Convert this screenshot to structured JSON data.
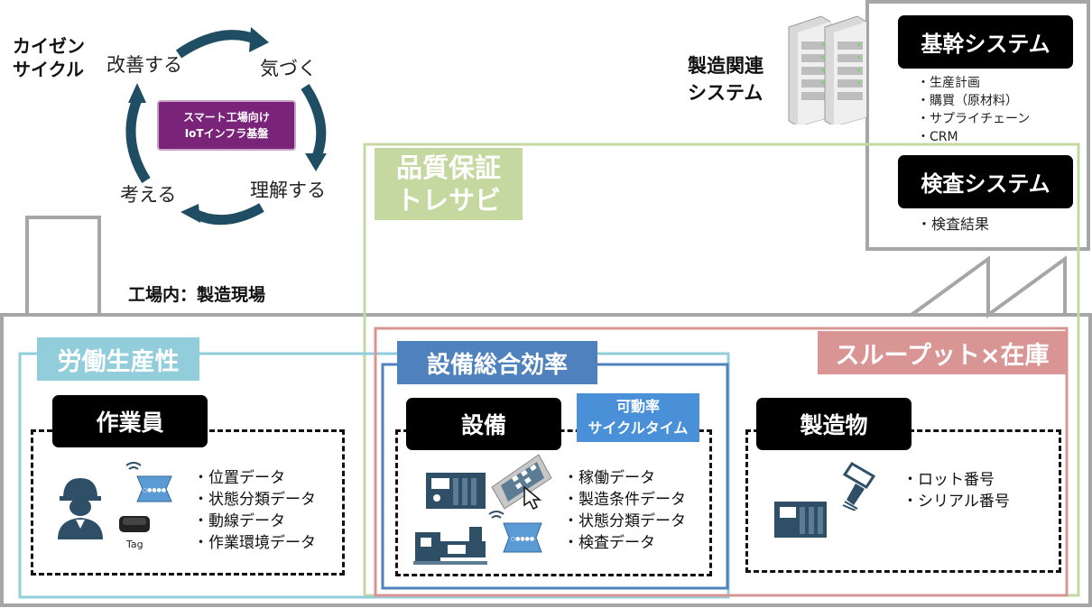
{
  "kaizen": {
    "title_line1": "カイゼン",
    "title_line2": "サイクル",
    "steps": {
      "improve": "改善する",
      "notice": "気づく",
      "understand": "理解する",
      "think": "考える"
    },
    "core_line1": "スマート工場向け",
    "core_line2": "IoTインフラ基盤",
    "arrow_color": "#1f4e64"
  },
  "systems": {
    "label_line1": "製造関連",
    "label_line2": "システム",
    "core": {
      "title": "基幹システム",
      "items": [
        "・生産計画",
        "・購買（原材料）",
        "・サプライチェーン",
        "・CRM"
      ]
    },
    "inspection": {
      "title": "検査システム",
      "items": [
        "・検査結果"
      ]
    }
  },
  "quality": {
    "line1": "品質保証",
    "line2": "トレサビ",
    "color": "#c4d8a0"
  },
  "factory_label": "工場内：製造現場",
  "labor": {
    "title": "労働生産性",
    "color": "#92cddc",
    "node": "作業員",
    "items": [
      "・位置データ",
      "・状態分類データ",
      "・動線データ",
      "・作業環境データ"
    ],
    "tag_label": "Tag"
  },
  "oee": {
    "title": "設備総合効率",
    "color": "#4f81bd",
    "node": "設備",
    "badge_line1": "可動率",
    "badge_line2": "サイクルタイム",
    "items": [
      "・稼働データ",
      "・製造条件データ",
      "・状態分類データ",
      "・検査データ"
    ]
  },
  "throughput": {
    "title": "スループット×在庫",
    "color": "#d99594",
    "node": "製造物",
    "items": [
      "・ロット番号",
      "・シリアル番号"
    ]
  }
}
